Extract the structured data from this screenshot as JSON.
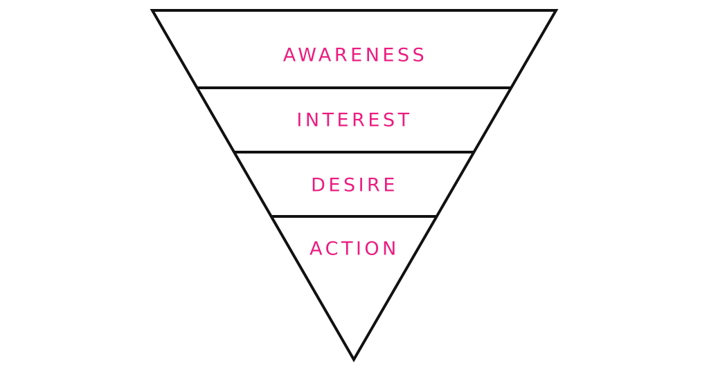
{
  "funnel": {
    "stages": [
      {
        "label": "AWARENESS"
      },
      {
        "label": "INTEREST"
      },
      {
        "label": "DESIRE"
      },
      {
        "label": "ACTION"
      }
    ]
  },
  "colors": {
    "background": "#ffffff",
    "outline": "#111111",
    "label": "#ec1c7f"
  }
}
